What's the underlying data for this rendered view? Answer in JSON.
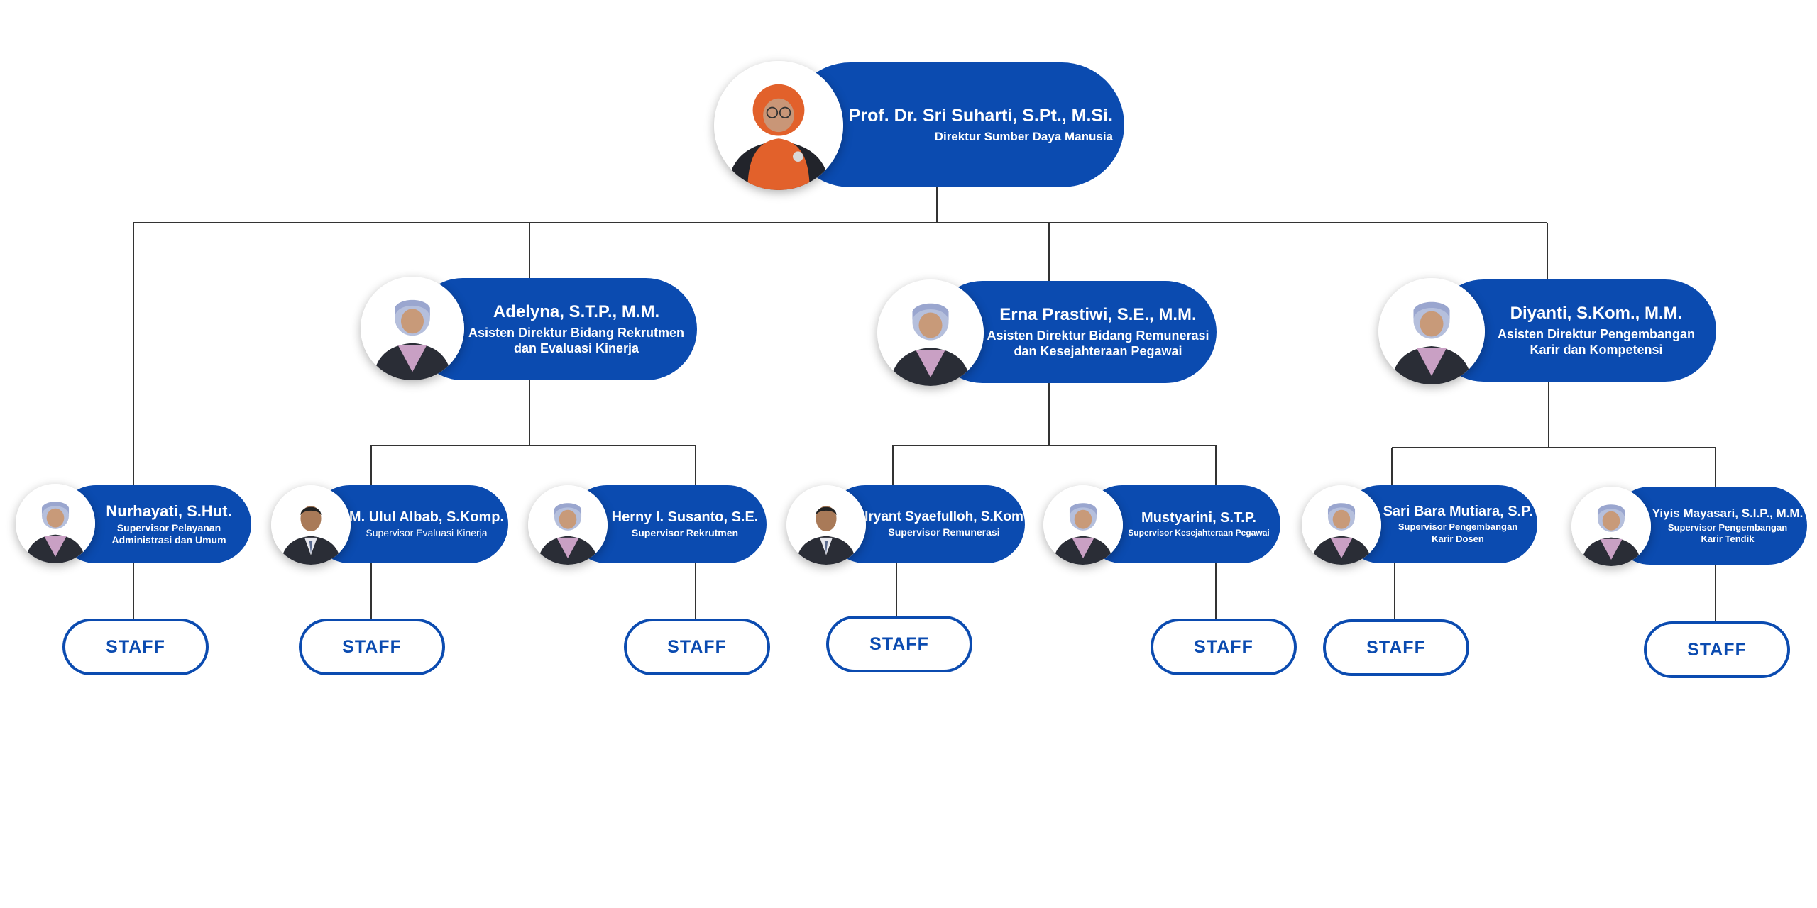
{
  "colors": {
    "brand_blue": "#0b4bb0",
    "line": "#333333",
    "background": "#ffffff"
  },
  "director": {
    "name": "Prof. Dr. Sri Suharti, S.Pt., M.Si.",
    "role": "Direktur Sumber Daya Manusia",
    "photo": "woman-orange-hijab-portrait"
  },
  "assistants": [
    {
      "name": "Adelyna, S.T.P., M.M.",
      "role_line1": "Asisten Direktur Bidang Rekrutmen",
      "role_line2": "dan Evaluasi Kinerja",
      "photo": "woman-light-hijab-portrait"
    },
    {
      "name": "Erna Prastiwi, S.E., M.M.",
      "role_line1": "Asisten Direktur Bidang Remunerasi",
      "role_line2": "dan Kesejahteraan Pegawai",
      "photo": "woman-grey-hijab-portrait"
    },
    {
      "name": "Diyanti, S.Kom., M.M.",
      "role_line1": "Asisten Direktur Pengembangan",
      "role_line2": "Karir dan Kompetensi",
      "photo": "woman-pink-hijab-portrait"
    }
  ],
  "supervisors": [
    {
      "name": "Nurhayati, S.Hut.",
      "role_line1": "Supervisor Pelayanan",
      "role_line2": "Administrasi dan Umum",
      "photo": "woman-hijab-portrait"
    },
    {
      "name": "M. Ulul Albab, S.Komp.",
      "role_line1": "Supervisor Evaluasi Kinerja",
      "role_line2": "",
      "photo": "man-portrait"
    },
    {
      "name": "Herny I. Susanto, S.E.",
      "role_line1": "Supervisor Rekrutmen",
      "role_line2": "",
      "photo": "woman-hijab-portrait"
    },
    {
      "name": "Iryant Syaefulloh, S.Kom",
      "role_line1": "Supervisor Remunerasi",
      "role_line2": "",
      "photo": "man-portrait"
    },
    {
      "name": "Mustyarini, S.T.P.",
      "role_line1": "Supervisor Kesejahteraan Pegawai",
      "role_line2": "",
      "photo": "woman-hijab-portrait"
    },
    {
      "name": "Sari Bara Mutiara, S.P.",
      "role_line1": "Supervisor Pengembangan",
      "role_line2": "Karir Dosen",
      "photo": "woman-hijab-portrait"
    },
    {
      "name": "Yiyis Mayasari, S.I.P., M.M.",
      "role_line1": "Supervisor Pengembangan",
      "role_line2": "Karir Tendik",
      "photo": "woman-hijab-portrait"
    }
  ],
  "staff_label": "STAFF"
}
